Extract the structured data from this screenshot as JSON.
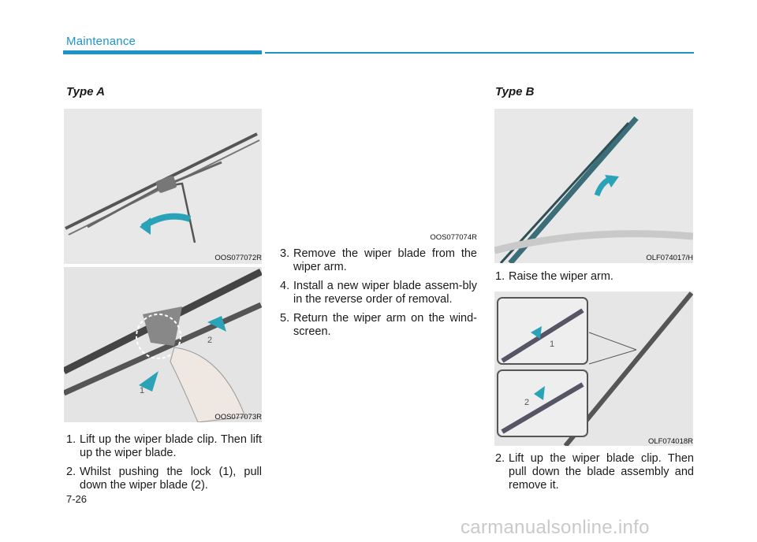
{
  "header": {
    "section": "Maintenance"
  },
  "type_a": {
    "heading": "Type A",
    "fig1_code": "OOS077072R",
    "fig2_code": "OOS077073R",
    "fig2_labels": [
      "1",
      "2"
    ],
    "steps": [
      {
        "num": "1.",
        "text": "Lift up the wiper blade clip. Then lift up the wiper blade."
      },
      {
        "num": "2.",
        "text": "Whilst pushing the lock (1), pull down the wiper blade (2)."
      }
    ]
  },
  "middle": {
    "fig_code": "OOS077074R",
    "steps": [
      {
        "num": "3.",
        "text": "Remove the wiper blade from the wiper arm."
      },
      {
        "num": "4.",
        "text": "Install a new wiper blade assem-bly in the reverse order of removal."
      },
      {
        "num": "5.",
        "text": "Return the wiper arm on the wind-screen."
      }
    ]
  },
  "type_b": {
    "heading": "Type B",
    "fig1_code": "OLF074017/H",
    "fig2_code": "OLF074018R",
    "fig2_labels": [
      "1",
      "2"
    ],
    "steps": [
      {
        "num": "1.",
        "text": "Raise the wiper arm."
      },
      {
        "num": "2.",
        "text": "Lift up the wiper blade clip. Then pull down the blade assembly and remove it."
      }
    ]
  },
  "footer": {
    "page": "7-26",
    "watermark": "carmanualsonline.info"
  },
  "colors": {
    "accent": "#1b95c9",
    "arrow": "#2aa3b8"
  }
}
